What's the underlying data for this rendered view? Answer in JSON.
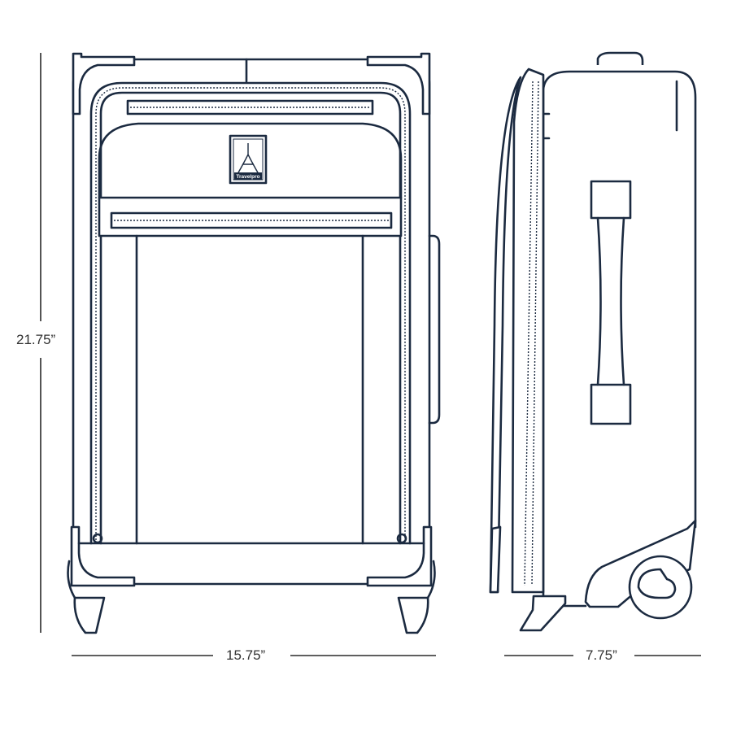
{
  "brand_logo_text": "Travelpro",
  "dimensions": {
    "height": "21.75”",
    "width": "15.75”",
    "depth": "7.75”"
  },
  "colors": {
    "stroke": "#1b2a40",
    "text": "#333333"
  }
}
